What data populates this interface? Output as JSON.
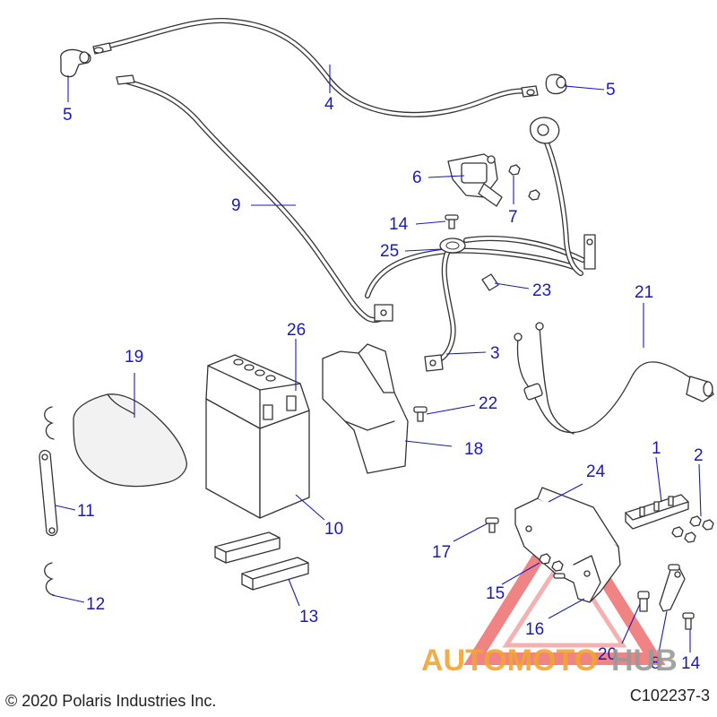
{
  "callouts": [
    {
      "id": "c1",
      "label": "1"
    },
    {
      "id": "c2",
      "label": "2"
    },
    {
      "id": "c3",
      "label": "3"
    },
    {
      "id": "c4",
      "label": "4"
    },
    {
      "id": "c5a",
      "label": "5"
    },
    {
      "id": "c5b",
      "label": "5"
    },
    {
      "id": "c6",
      "label": "6"
    },
    {
      "id": "c7",
      "label": "7"
    },
    {
      "id": "c8",
      "label": "8"
    },
    {
      "id": "c9",
      "label": "9"
    },
    {
      "id": "c10",
      "label": "10"
    },
    {
      "id": "c11",
      "label": "11"
    },
    {
      "id": "c12",
      "label": "12"
    },
    {
      "id": "c13",
      "label": "13"
    },
    {
      "id": "c14a",
      "label": "14"
    },
    {
      "id": "c14b",
      "label": "14"
    },
    {
      "id": "c15",
      "label": "15"
    },
    {
      "id": "c16",
      "label": "16"
    },
    {
      "id": "c17",
      "label": "17"
    },
    {
      "id": "c18",
      "label": "18"
    },
    {
      "id": "c19",
      "label": "19"
    },
    {
      "id": "c20",
      "label": "20"
    },
    {
      "id": "c21",
      "label": "21"
    },
    {
      "id": "c22",
      "label": "22"
    },
    {
      "id": "c23",
      "label": "23"
    },
    {
      "id": "c24",
      "label": "24"
    },
    {
      "id": "c25",
      "label": "25"
    },
    {
      "id": "c26",
      "label": "26"
    }
  ],
  "footer": {
    "copyright": "© 2020 Polaris Industries Inc.",
    "figure_id": "C102237-3"
  },
  "watermark": {
    "part1": "AUTOMOTO",
    "part2": "HUB",
    "colors": {
      "triangle": "#e8494a",
      "text_orange": "#f2a531",
      "text_grey": "#9a9a9a"
    }
  },
  "colors": {
    "callout": "#1a1ab8",
    "line_art": "#333333"
  }
}
